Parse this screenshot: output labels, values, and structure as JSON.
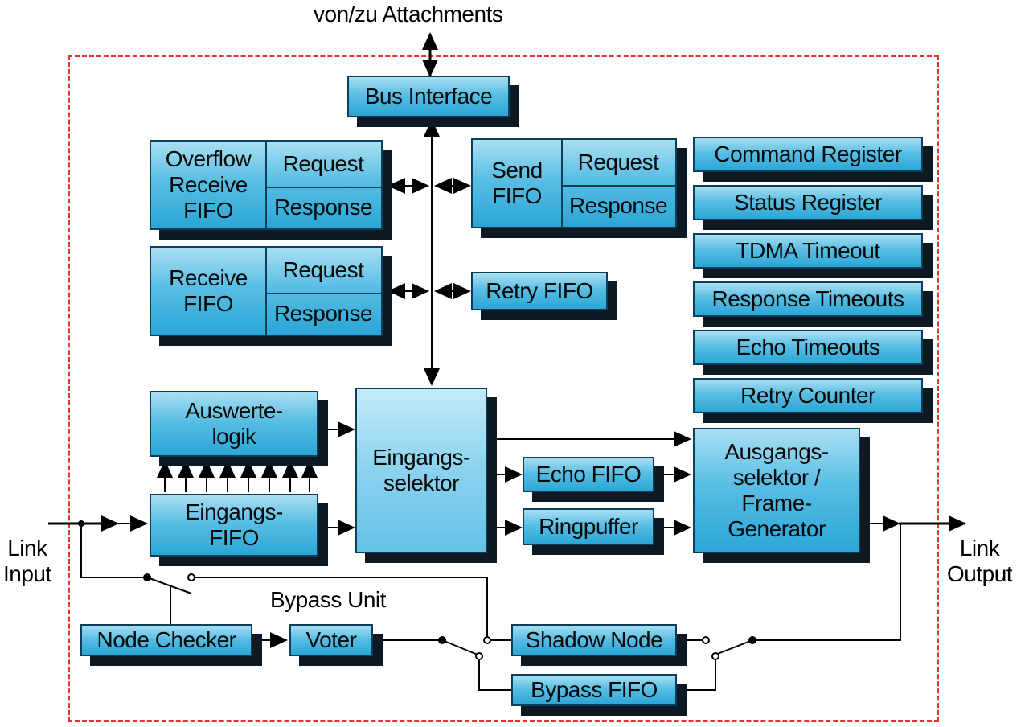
{
  "labels": {
    "attachments": "von/zu Attachments",
    "link_input": "Link\nInput",
    "link_output": "Link\nOutput",
    "bypass_unit": "Bypass Unit"
  },
  "blocks": {
    "bus_interface": "Bus Interface",
    "overflow_receive_fifo": "Overflow\nReceive\nFIFO",
    "receive_fifo": "Receive\nFIFO",
    "send_fifo": "Send\nFIFO",
    "request": "Request",
    "response": "Response",
    "retry_fifo": "Retry FIFO",
    "command_register": "Command Register",
    "status_register": "Status Register",
    "tdma_timeout": "TDMA Timeout",
    "response_timeouts": "Response Timeouts",
    "echo_timeouts": "Echo Timeouts",
    "retry_counter": "Retry Counter",
    "auswertelogik": "Auswerte-\nlogik",
    "eingangs_fifo": "Eingangs-\nFIFO",
    "eingangsselektor": "Eingangs-\nselektor",
    "echo_fifo": "Echo FIFO",
    "ringpuffer": "Ringpuffer",
    "ausgangsselektor": "Ausgangs-\nselektor /\nFrame-\nGenerator",
    "node_checker": "Node Checker",
    "voter": "Voter",
    "shadow_node": "Shadow Node",
    "bypass_fifo": "Bypass FIFO"
  },
  "colors": {
    "frame": "#e8332f",
    "block_fill": "#3fb1dd",
    "block_shadow": "#0d1a24",
    "line": "#000000"
  }
}
